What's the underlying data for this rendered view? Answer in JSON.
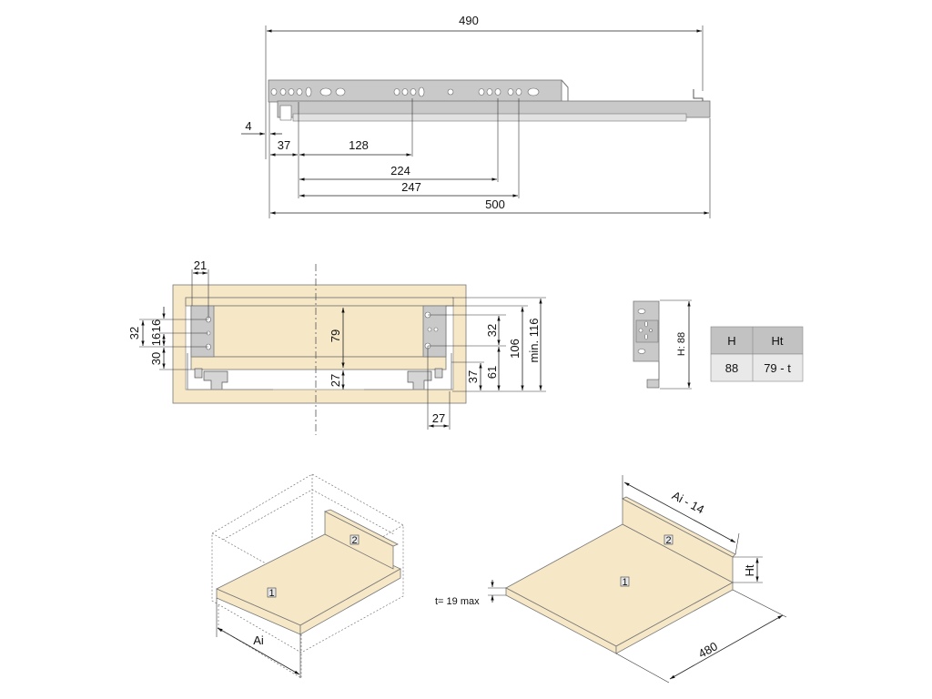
{
  "side_view": {
    "dims": {
      "d490": "490",
      "d4": "4",
      "d37": "37",
      "d128": "128",
      "d224": "224",
      "d247": "247",
      "d500": "500"
    }
  },
  "front_view": {
    "dims": {
      "d21": "21",
      "d32l": "32",
      "d16a": "16",
      "d16b": "16",
      "d30": "30",
      "d79": "79",
      "d27c": "27",
      "d32r": "32",
      "d106": "106",
      "dmin116": "min. 116",
      "d37": "37",
      "d61": "61",
      "d27b": "27"
    }
  },
  "bracket": {
    "height_label": "H: 88"
  },
  "table": {
    "headers": [
      "H",
      "Ht"
    ],
    "rows": [
      [
        "88",
        "79 - t"
      ]
    ]
  },
  "iso_left": {
    "label_ai": "Ai",
    "part1": "1",
    "part2": "2"
  },
  "iso_right": {
    "label_ai14": "Ai - 14",
    "label_ht": "Ht",
    "label_t": "t= 19 max",
    "label_480": "480",
    "part1": "1",
    "part2": "2"
  },
  "colors": {
    "wood": "#f6e7c6",
    "slide": "#c9c9c9",
    "table_header": "#c2c2c2",
    "table_body": "#e9e9e9"
  }
}
